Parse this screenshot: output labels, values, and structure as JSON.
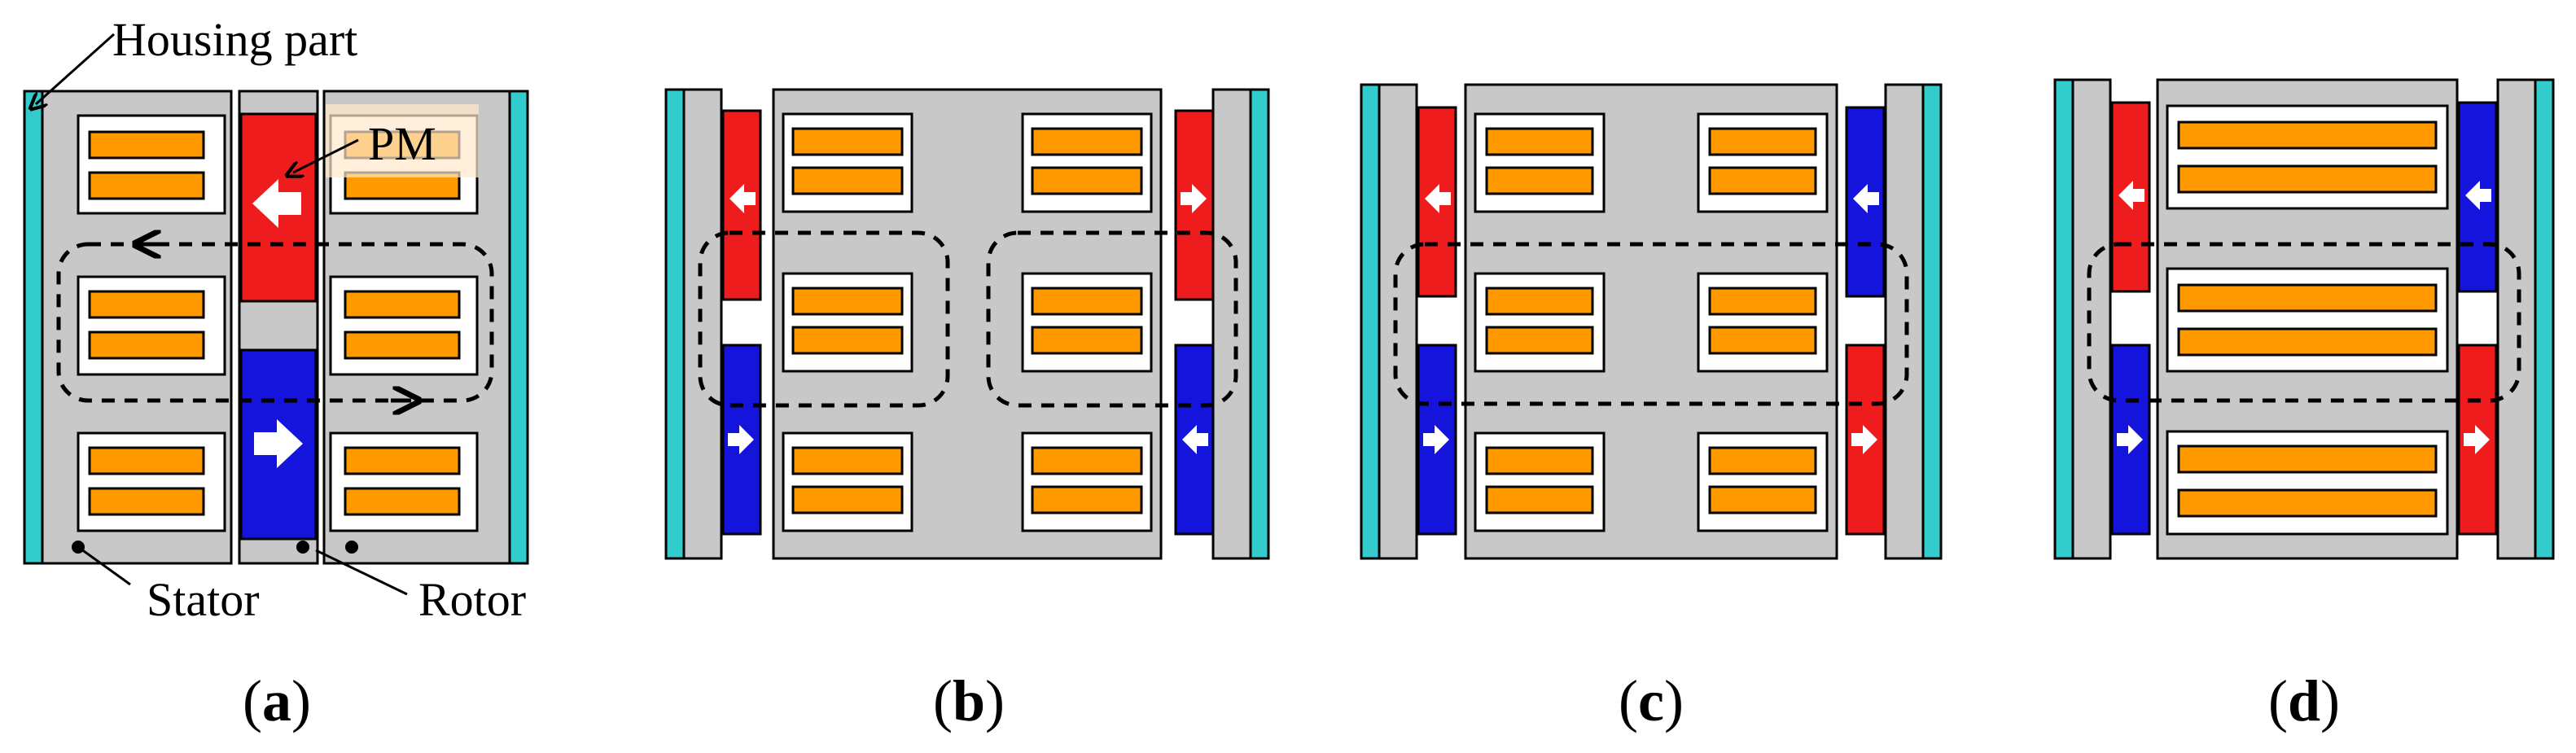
{
  "labels": {
    "housing": "Housing part",
    "pm": "PM",
    "stator": "Stator",
    "rotor": "Rotor"
  },
  "captions": [
    {
      "open": "(",
      "letter": "a",
      "close": ")"
    },
    {
      "open": "(",
      "letter": "b",
      "close": ")"
    },
    {
      "open": "(",
      "letter": "c",
      "close": ")"
    },
    {
      "open": "(",
      "letter": "d",
      "close": ")"
    }
  ],
  "colors": {
    "housing": "#33cccc",
    "core": "#c8c8c8",
    "coil": "#ff9900",
    "pm_red": "#ee1c1c",
    "pm_blue": "#1414dc",
    "arrow": "#ffffff",
    "outline": "#000000"
  },
  "icons": [
    "arrow-left-icon",
    "arrow-right-icon",
    "flux-path-icon"
  ]
}
